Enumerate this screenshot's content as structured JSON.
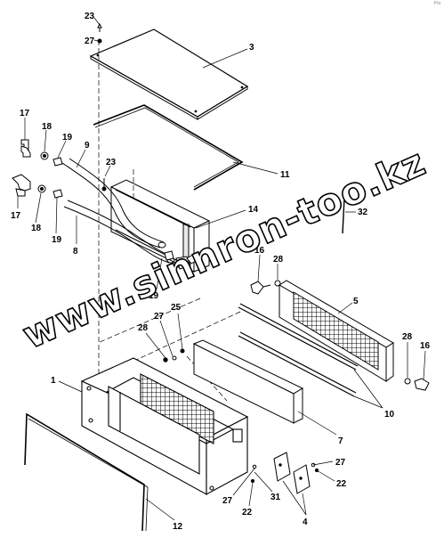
{
  "corner_mark": "P/a",
  "watermark": "www.sinnron-too.kz",
  "callouts": [
    {
      "id": "c23a",
      "text": "23"
    },
    {
      "id": "c27a",
      "text": "27"
    },
    {
      "id": "c3",
      "text": "3"
    },
    {
      "id": "c17a",
      "text": "17"
    },
    {
      "id": "c18a",
      "text": "18"
    },
    {
      "id": "c19a",
      "text": "19"
    },
    {
      "id": "c9",
      "text": "9"
    },
    {
      "id": "c23b",
      "text": "23"
    },
    {
      "id": "c11",
      "text": "11"
    },
    {
      "id": "c17b",
      "text": "17"
    },
    {
      "id": "c18b",
      "text": "18"
    },
    {
      "id": "c19b",
      "text": "19"
    },
    {
      "id": "c8",
      "text": "8"
    },
    {
      "id": "c14",
      "text": "14"
    },
    {
      "id": "c32",
      "text": "32"
    },
    {
      "id": "c16a",
      "text": "16"
    },
    {
      "id": "c28a",
      "text": "28"
    },
    {
      "id": "c5",
      "text": "5"
    },
    {
      "id": "c19c",
      "text": "19"
    },
    {
      "id": "c25",
      "text": "25"
    },
    {
      "id": "c27b",
      "text": "27"
    },
    {
      "id": "c28b",
      "text": "28"
    },
    {
      "id": "c28c",
      "text": "28"
    },
    {
      "id": "c16b",
      "text": "16"
    },
    {
      "id": "c1",
      "text": "1"
    },
    {
      "id": "c10",
      "text": "10"
    },
    {
      "id": "c7",
      "text": "7"
    },
    {
      "id": "c27c",
      "text": "27"
    },
    {
      "id": "c22a",
      "text": "22"
    },
    {
      "id": "c27d",
      "text": "27"
    },
    {
      "id": "c31",
      "text": "31"
    },
    {
      "id": "c22b",
      "text": "22"
    },
    {
      "id": "c4",
      "text": "4"
    },
    {
      "id": "c12",
      "text": "12"
    }
  ]
}
